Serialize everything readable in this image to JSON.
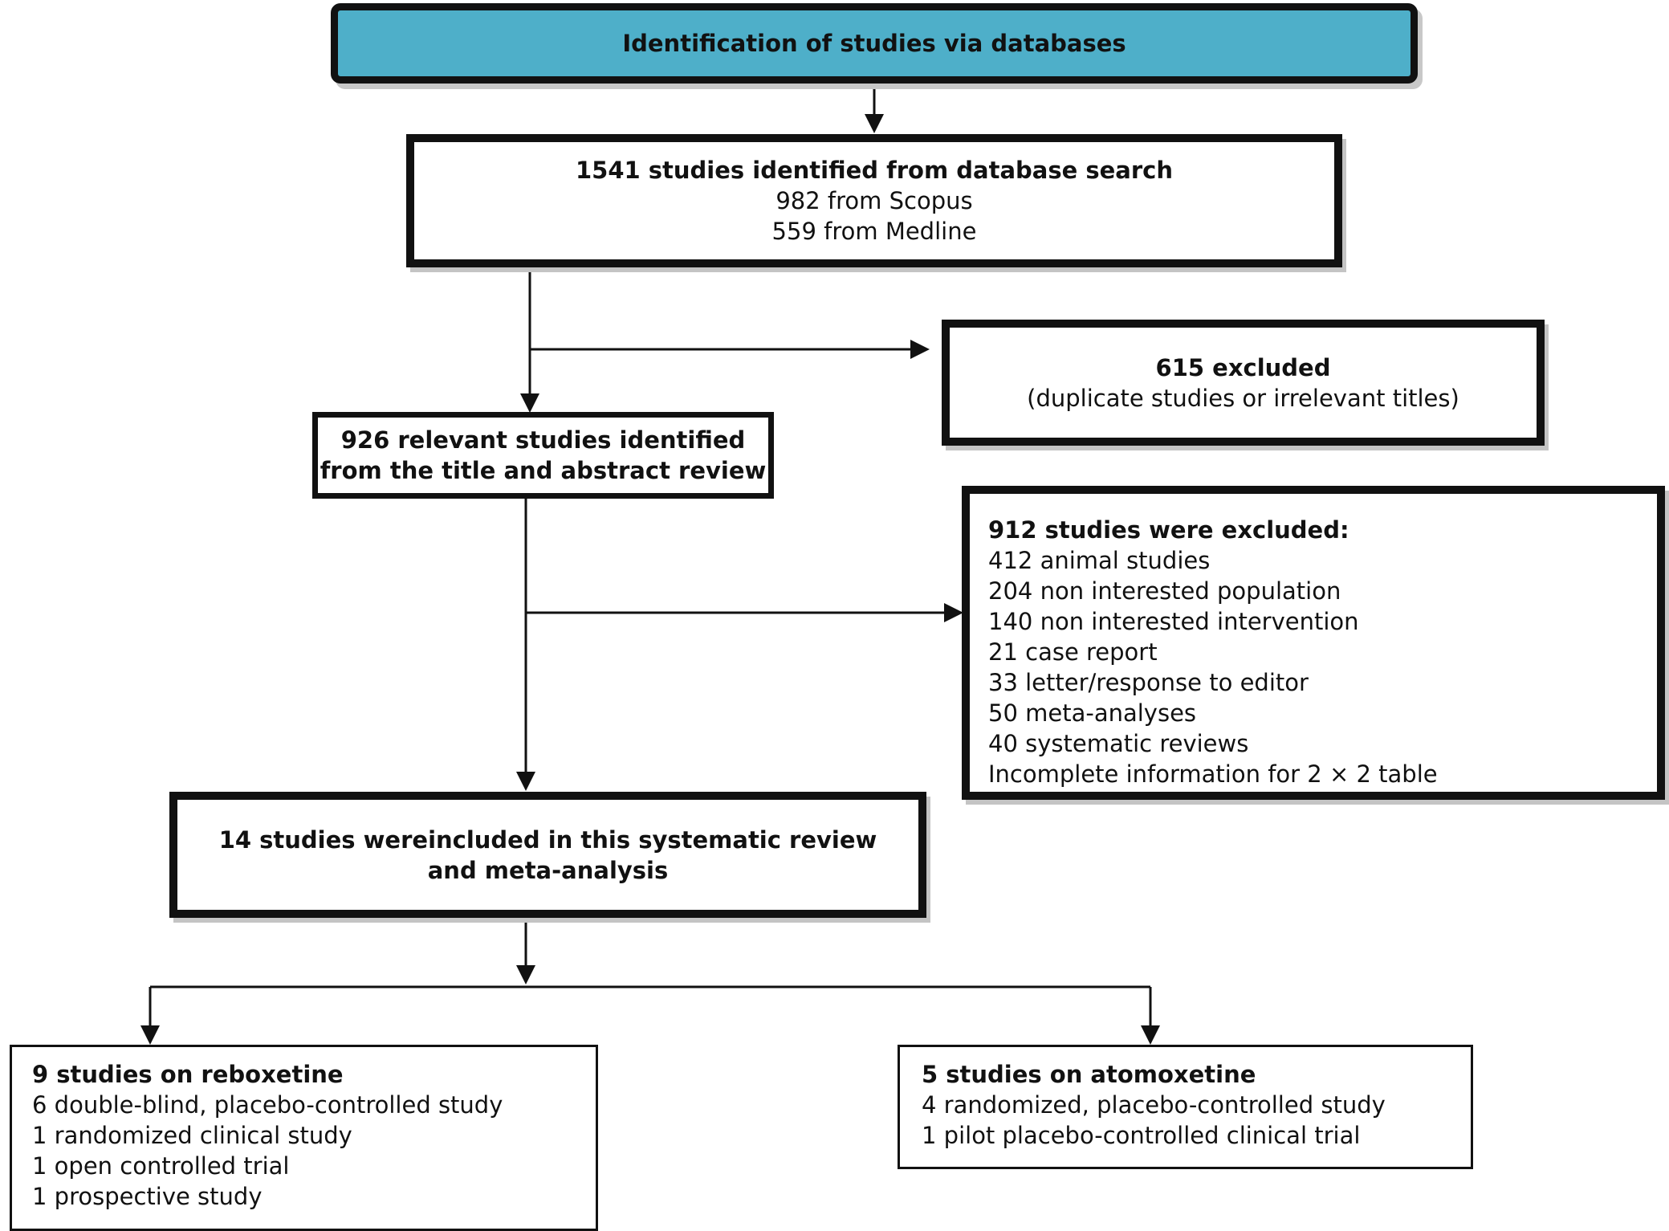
{
  "header": {
    "title": "Identification of studies via databases",
    "fill_color": "#4eafc9"
  },
  "identified": {
    "title": "1541 studies identified from database search",
    "lines": [
      "982 from Scopus",
      "559 from Medline"
    ]
  },
  "excluded_first": {
    "title": "615 excluded",
    "subtitle": "(duplicate studies or irrelevant titles)"
  },
  "relevant": {
    "lines": [
      "926 relevant studies identified",
      "from the title and abstract review"
    ]
  },
  "excluded_second": {
    "title": "912 studies were excluded:",
    "items": [
      "412 animal studies",
      "204 non interested population",
      "140 non interested intervention",
      "21 case report",
      "33 letter/response to editor",
      "50 meta-analyses",
      "40 systematic reviews",
      "Incomplete information for 2 × 2 table"
    ]
  },
  "included": {
    "lines": [
      "14 studies wereincluded in this systematic review",
      "and meta-analysis"
    ]
  },
  "reboxetine": {
    "title": "9 studies on reboxetine",
    "items": [
      "6 double-blind, placebo-controlled study",
      "1 randomized clinical study",
      "1 open controlled trial",
      "1 prospective study"
    ]
  },
  "atomoxetine": {
    "title": "5 studies on atomoxetine",
    "items": [
      "4 randomized, placebo-controlled study",
      "1 pilot placebo-controlled clinical trial"
    ]
  }
}
